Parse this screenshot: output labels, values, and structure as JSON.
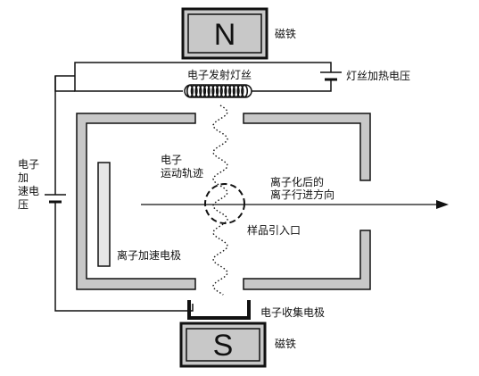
{
  "magnet_top": {
    "letter": "N",
    "label": "磁铁"
  },
  "magnet_bottom": {
    "letter": "S",
    "label": "磁铁"
  },
  "filament": {
    "label": "电子发射灯丝"
  },
  "filament_heating_voltage": {
    "label": "灯丝加热电压"
  },
  "electron_acceleration_voltage": {
    "label_lines": [
      "电子",
      "加",
      "速电",
      "压"
    ]
  },
  "electron_trajectory": {
    "label_lines": [
      "电子",
      "运动轨迹"
    ]
  },
  "ion_direction": {
    "label_lines": [
      "离子化后的",
      "离子行进方向"
    ]
  },
  "sample_inlet": {
    "label": "样品引入口"
  },
  "ion_accelerating_electrode": {
    "label": "离子加速电极"
  },
  "electron_collector": {
    "label": "电子收集电极"
  },
  "colors": {
    "magnet_fill": "#c8c8c8",
    "chamber_wall_fill": "#c8c8c8",
    "stroke": "#111111"
  }
}
